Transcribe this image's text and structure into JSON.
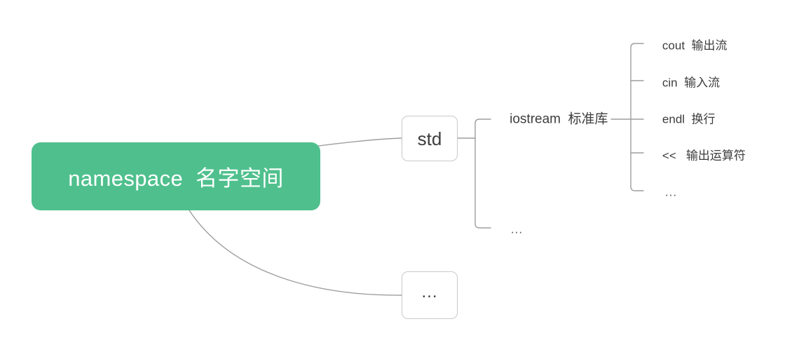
{
  "diagram": {
    "title": "namespace 名字空间",
    "type": "mind-map",
    "background_color": "#ffffff",
    "accent_color": "#4FC08D",
    "line_color": "#9e9e9e",
    "text_color": "#3d3d3d"
  },
  "root": {
    "label": "namespace  名字空间",
    "fill": "#4FC08D",
    "text_color": "#ffffff"
  },
  "level1": [
    {
      "id": "std",
      "label": "std",
      "shape": "box"
    },
    {
      "id": "root-more",
      "label": "...",
      "shape": "box"
    }
  ],
  "level2": [
    {
      "id": "iostream",
      "label": "iostream  标准库",
      "shape": "text"
    },
    {
      "id": "std-more",
      "label": "...",
      "shape": "text"
    }
  ],
  "level3": [
    {
      "id": "cout",
      "label": "cout  输出流",
      "shape": "text"
    },
    {
      "id": "cin",
      "label": "cin  输入流",
      "shape": "text"
    },
    {
      "id": "endl",
      "label": "endl  换行",
      "shape": "text"
    },
    {
      "id": "shift",
      "label": "<<   输出运算符",
      "shape": "text"
    },
    {
      "id": "iostream-more",
      "label": "...",
      "shape": "text"
    }
  ]
}
